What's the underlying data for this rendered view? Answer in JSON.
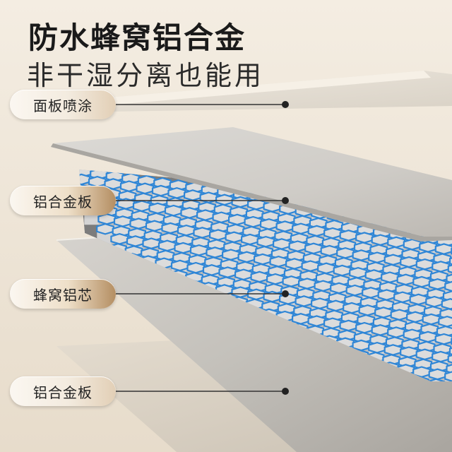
{
  "headline": {
    "title": "防水蜂窝铝合金",
    "subtitle": "非干湿分离也能用"
  },
  "labels": [
    {
      "text": "面板喷涂",
      "style": "light"
    },
    {
      "text": "铝合金板",
      "style": "dark"
    },
    {
      "text": "蜂窝铝芯",
      "style": "dark"
    },
    {
      "text": "铝合金板",
      "style": "light"
    }
  ],
  "colors": {
    "background": "#efe6d7",
    "honeycomb_edge": "#2f86d6",
    "honeycomb_wall": "#c9c9c9",
    "panel": "#d9d6d1",
    "leader_line": "#333333"
  }
}
